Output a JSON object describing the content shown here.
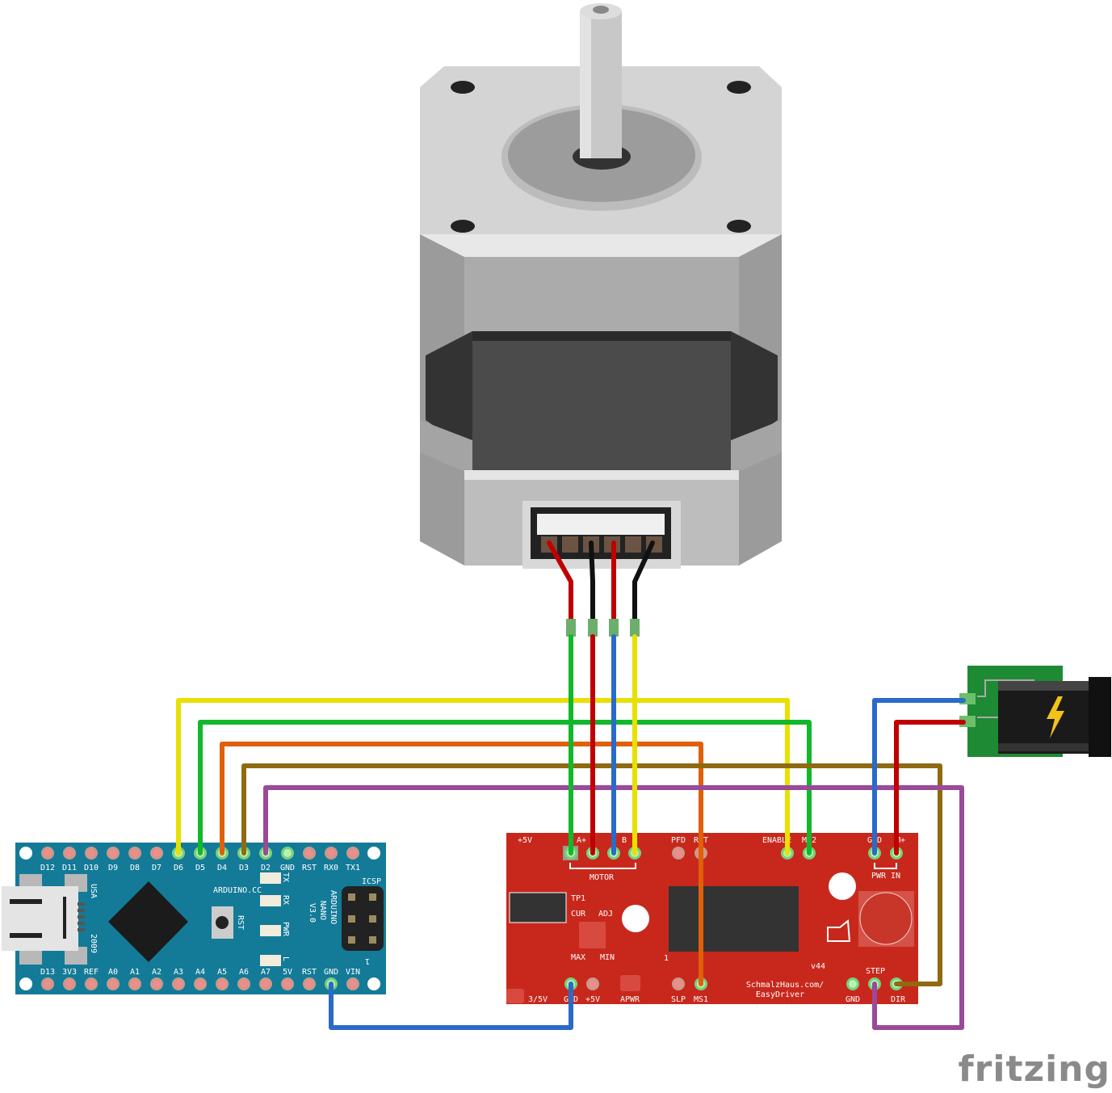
{
  "arduino": {
    "top_pins": [
      "D12",
      "D11",
      "D10",
      "D9",
      "D8",
      "D7",
      "D6",
      "D5",
      "D4",
      "D3",
      "D2",
      "GND",
      "RST",
      "RX0",
      "TX1"
    ],
    "bottom_pins": [
      "D13",
      "3V3",
      "REF",
      "A0",
      "A1",
      "A2",
      "A3",
      "A4",
      "A5",
      "A6",
      "A7",
      "5V",
      "RST",
      "GND",
      "VIN"
    ],
    "brand": "ARDUINO.CC",
    "model_lines": [
      "ARDUINO",
      "NANO",
      "V3.0"
    ],
    "usa": "USA",
    "year": "2009",
    "rst": "RST",
    "leds": [
      "TX",
      "RX",
      "PWR",
      "L"
    ],
    "icsp": "ICSP",
    "icsp_pin1": "1"
  },
  "easydriver": {
    "top_labels": [
      "+5V",
      "A+",
      "B",
      "PFD",
      "RST",
      "ENABLE",
      "MS2",
      "GND",
      "M+"
    ],
    "bottom_labels": [
      "3/5V",
      "GND",
      "+5V",
      "APWR",
      "SLP",
      "MS1",
      "GND",
      "STEP",
      "DIR"
    ],
    "motor": "MOTOR",
    "tp1": "TP1",
    "cur": "CUR",
    "adj": "ADJ",
    "max": "MAX",
    "min": "MIN",
    "pin1": "1",
    "version": "v44",
    "url_line1": "SchmalzHaus.com/",
    "url_line2": "EasyDriver",
    "pwr_in": "PWR IN"
  },
  "colors": {
    "yellow": "#e8e000",
    "green": "#11b82a",
    "orange": "#e0600a",
    "brown": "#8f6a10",
    "purple": "#9a4a9a",
    "blue": "#2a6ac8",
    "red": "#c00000",
    "black": "#111111",
    "arduino": "#137b97",
    "easydriver": "#c8281c"
  },
  "watermark": "fritzing"
}
